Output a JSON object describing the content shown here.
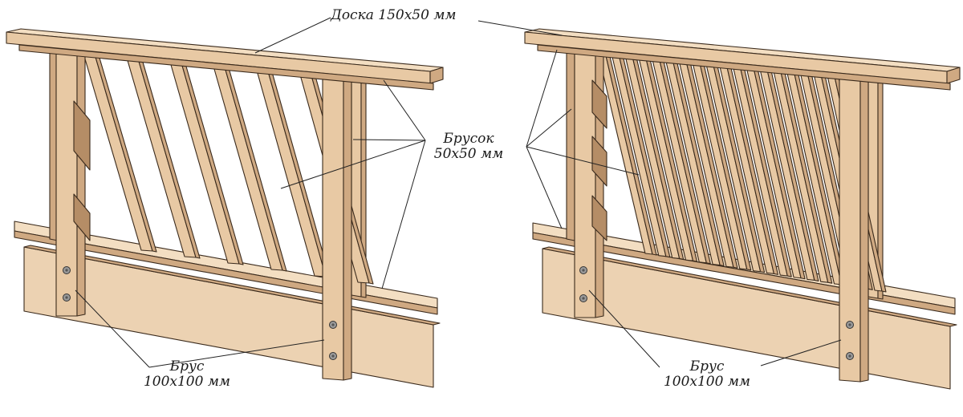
{
  "labels": {
    "board": "Доска 150х50 мм",
    "bar_line1": "Брусок",
    "bar_line2": "50х50 мм",
    "beam_left_line1": "Брус",
    "beam_left_line2": "100х100 мм",
    "beam_right_line1": "Брус",
    "beam_right_line2": "100х100 мм"
  },
  "colors": {
    "wood_front": "#e8c9a4",
    "wood_top": "#f3dec2",
    "wood_side": "#cfa982",
    "wood_dark": "#b58d66",
    "outline": "#3a2a1c"
  },
  "panels": [
    {
      "name": "wide-slat-panel",
      "slat_count": 6
    },
    {
      "name": "dense-slat-panel",
      "slat_count": 18
    }
  ]
}
